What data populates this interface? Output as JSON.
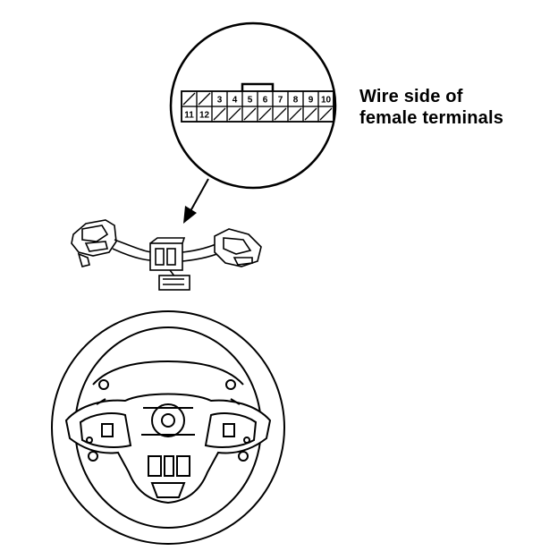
{
  "caption": {
    "line1": "Wire side of",
    "line2": "female terminals"
  },
  "connector": {
    "top_row": [
      {
        "pin": "",
        "slash": true
      },
      {
        "pin": "",
        "slash": true
      },
      {
        "pin": "3",
        "slash": false
      },
      {
        "pin": "4",
        "slash": false
      },
      {
        "pin": "5",
        "slash": false
      },
      {
        "pin": "6",
        "slash": false
      },
      {
        "pin": "7",
        "slash": false
      },
      {
        "pin": "8",
        "slash": false
      },
      {
        "pin": "9",
        "slash": false
      },
      {
        "pin": "10",
        "slash": false
      }
    ],
    "bottom_row": [
      {
        "pin": "11",
        "slash": false
      },
      {
        "pin": "12",
        "slash": false
      },
      {
        "pin": "",
        "slash": true
      },
      {
        "pin": "",
        "slash": true
      },
      {
        "pin": "",
        "slash": true
      },
      {
        "pin": "",
        "slash": true
      },
      {
        "pin": "",
        "slash": true
      },
      {
        "pin": "",
        "slash": true
      },
      {
        "pin": "",
        "slash": true
      },
      {
        "pin": "",
        "slash": true
      }
    ]
  },
  "icons": {
    "magnifier": "detail-circle-icon",
    "pointer": "arrow-icon",
    "harness": "switch-harness-icon",
    "wheel": "steering-wheel-icon"
  }
}
